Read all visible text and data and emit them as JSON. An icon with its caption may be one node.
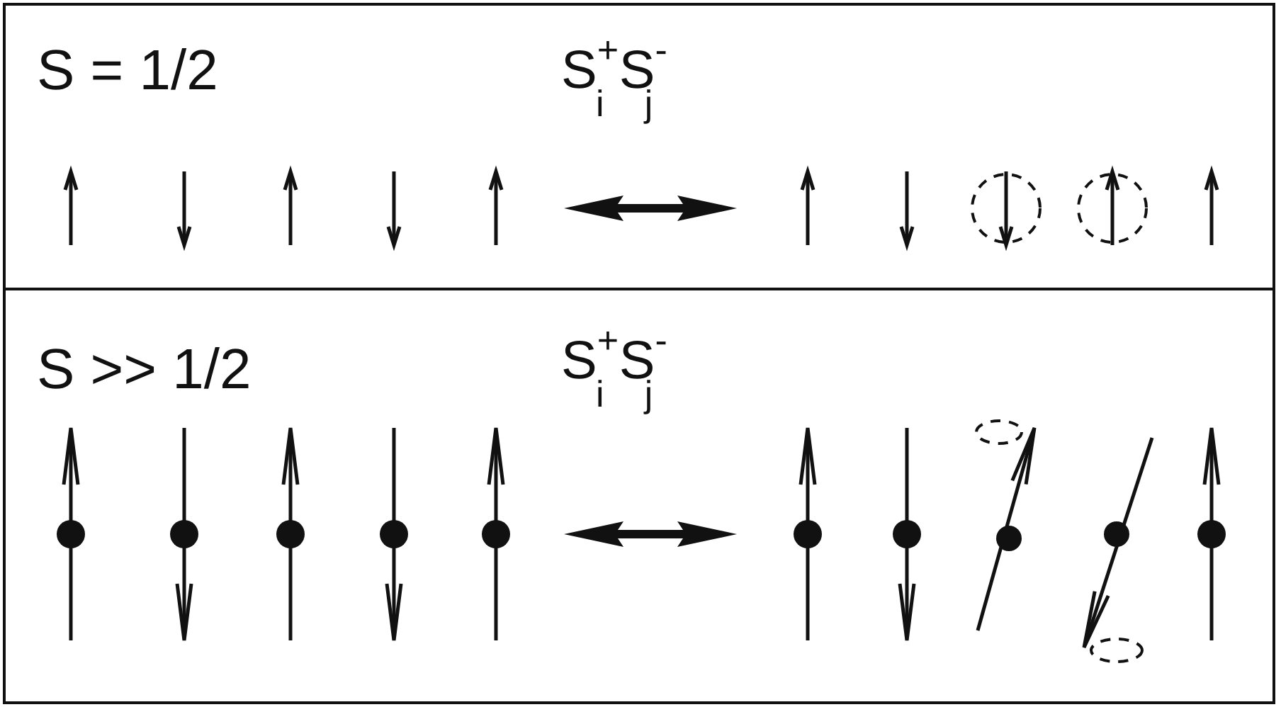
{
  "diagram": {
    "nodes": [
      {
        "text": [
          "S = 1/2",
          "S$^{+}$$_{i}$ S$^{-}$$_{j}$"
        ]
      },
      {
        "text": [
          "S >> 1/2",
          "S$^{+}$$_{i}$ S$^{-}$$_{j}$"
        ]
      }
    ]
  }
}
